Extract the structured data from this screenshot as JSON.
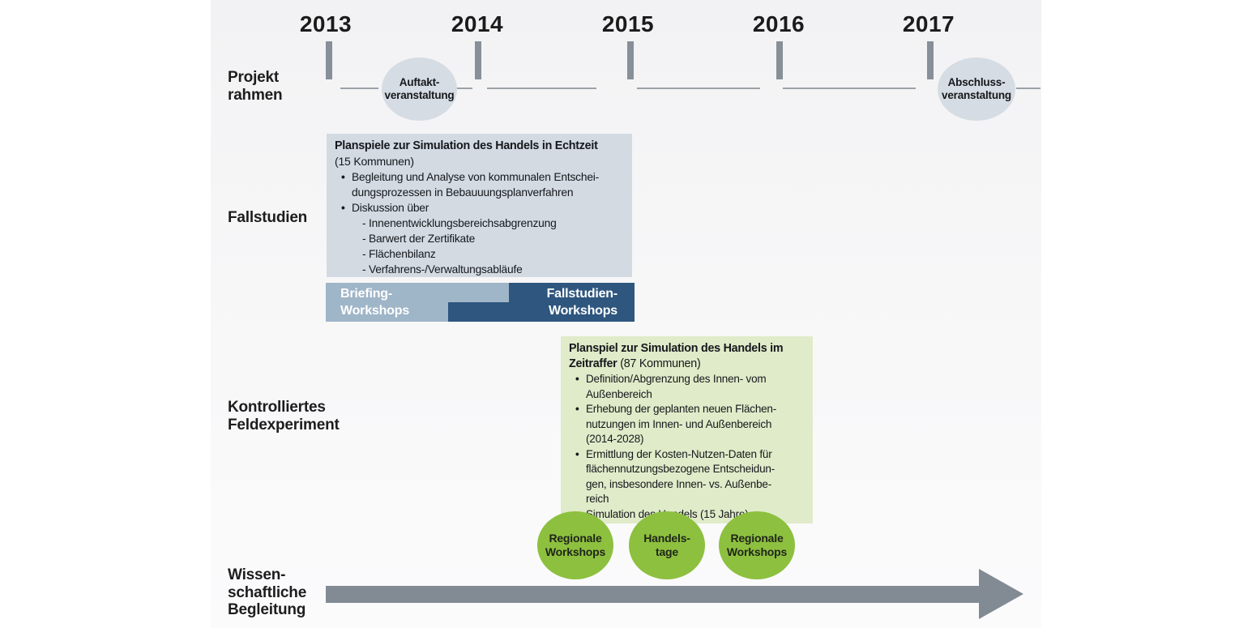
{
  "diagram": {
    "bullet_marker": "•",
    "years": [
      "2013",
      "2014",
      "2015",
      "2016",
      "2017"
    ],
    "events": {
      "kickoff": "Auftakt-\nveranstaltung",
      "closing": "Abschluss-\nveranstaltung"
    },
    "rows": {
      "projektrahmen": "Projekt\nrahmen",
      "fallstudien": "Fallstudien",
      "feldexperiment": "Kontrolliertes\nFeldexperiment",
      "begleitung": "Wissen-\nschaftliche\nBegleitung"
    },
    "fallstudien_box": {
      "title": "Planspiele zur Simulation des Handels in Echtzeit",
      "subtitle": "(15 Kommunen)",
      "bullets": [
        "Begleitung und Analyse von kommunalen Entschei-\ndungsprozessen in Bebauuungsplanverfahren",
        "Diskussion über"
      ],
      "sub_items": [
        "- Innenentwicklungsbereichsabgrenzung",
        "- Barwert der Zertifikate",
        "- Flächenbilanz",
        "- Verfahrens-/Verwaltungsabläufe"
      ]
    },
    "workshops_bar": {
      "briefing": "Briefing-\nWorkshops",
      "fallstudien": "Fallstudien-\nWorkshops"
    },
    "feldexperiment_box": {
      "title": "Planspiel zur Simulation des Handels im\nZeitraffer",
      "subtitle": " (87 Kommunen)",
      "bullets": [
        "Definition/Abgrenzung des Innen- vom\nAußenbereich",
        "Erhebung der geplanten neuen Flächen-\nnutzungen im Innen- und Außenbereich\n(2014-2028)",
        "Ermittlung der Kosten-Nutzen-Daten für\nflächennutzungsbezogene Entscheidun-\ngen, insbesondere Innen- vs. Außenbe-\nreich",
        "Simulation des Handels (15 Jahre)"
      ]
    },
    "green_ellipses": [
      "Regionale\nWorkshops",
      "Handels-\ntage",
      "Regionale\nWorkshops"
    ],
    "colors": {
      "bar_light_blue": "#9fb5c8",
      "bar_dark_blue": "#2e567e",
      "box_blue": "#d3dae2",
      "box_green": "#e0ebc9",
      "ellipse_green": "#8dc03f",
      "ellipse_gray": "#d6dce3",
      "arrow_gray": "#828b94",
      "tick_gray": "#878f98"
    }
  }
}
